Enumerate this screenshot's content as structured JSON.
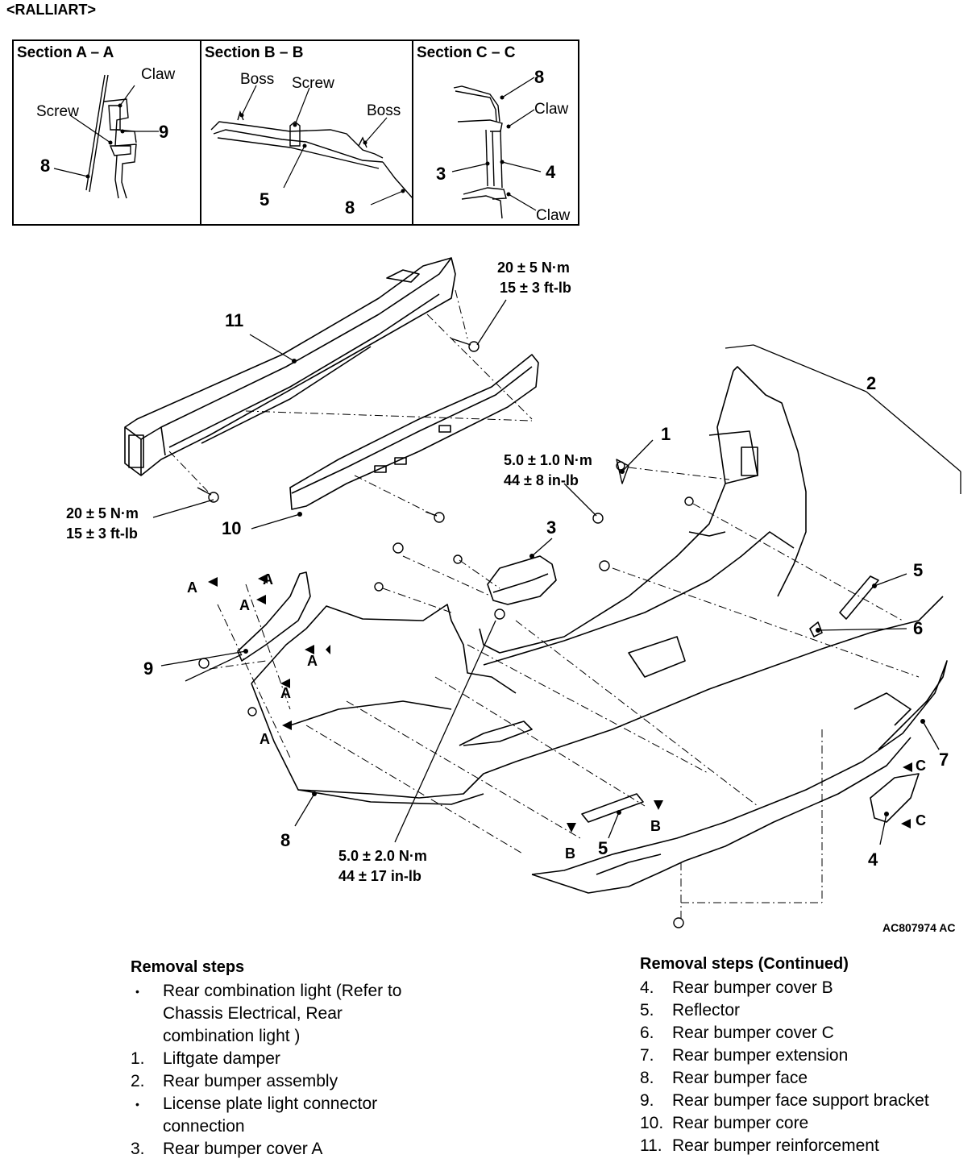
{
  "header": "<RALLIART>",
  "sections": [
    {
      "title": "Section A – A",
      "labels": {
        "claw": "Claw",
        "screw": "Screw",
        "n9": "9",
        "n8": "8"
      }
    },
    {
      "title": "Section B – B",
      "labels": {
        "boss1": "Boss",
        "screw": "Screw",
        "boss2": "Boss",
        "n5": "5",
        "n8": "8"
      }
    },
    {
      "title": "Section C – C",
      "labels": {
        "n8": "8",
        "claw1": "Claw",
        "n3": "3",
        "n4": "4",
        "claw2": "Claw"
      }
    }
  ],
  "diagram": {
    "torque_top_1": "20 ± 5 N·m",
    "torque_top_2": "15 ± 3 ft-lb",
    "torque_left_1": "20 ± 5 N·m",
    "torque_left_2": "15 ± 3 ft-lb",
    "torque_mid_1": "5.0 ± 1.0 N·m",
    "torque_mid_2": "44 ± 8 in-lb",
    "torque_bot_1": "5.0 ± 2.0 N·m",
    "torque_bot_2": "44 ± 17 in-lb",
    "figure_code": "AC807974 AC",
    "callouts": {
      "n1": "1",
      "n2": "2",
      "n3": "3",
      "n4": "4",
      "n5a": "5",
      "n5b": "5",
      "n6": "6",
      "n7": "7",
      "n8": "8",
      "n9": "9",
      "n10": "10",
      "n11": "11"
    },
    "section_marks": {
      "a": "A",
      "b": "B",
      "c": "C"
    }
  },
  "steps_left": {
    "title": "Removal steps",
    "items": [
      {
        "marker": "•",
        "text": "Rear combination light (Refer to Chassis Electrical, Rear combination light )"
      },
      {
        "marker": "1.",
        "text": "Liftgate damper"
      },
      {
        "marker": "2.",
        "text": "Rear bumper assembly"
      },
      {
        "marker": "•",
        "text": "License plate light connector connection"
      },
      {
        "marker": "3.",
        "text": "Rear bumper cover A"
      }
    ]
  },
  "steps_right": {
    "title": "Removal steps (Continued)",
    "items": [
      {
        "marker": "4.",
        "text": "Rear bumper cover B"
      },
      {
        "marker": "5.",
        "text": "Reflector"
      },
      {
        "marker": "6.",
        "text": "Rear bumper cover C"
      },
      {
        "marker": "7.",
        "text": "Rear bumper extension"
      },
      {
        "marker": "8.",
        "text": "Rear bumper face"
      },
      {
        "marker": "9.",
        "text": "Rear bumper face support bracket"
      },
      {
        "marker": "10.",
        "text": "Rear bumper core"
      },
      {
        "marker": "11.",
        "text": "Rear bumper reinforcement"
      }
    ]
  }
}
